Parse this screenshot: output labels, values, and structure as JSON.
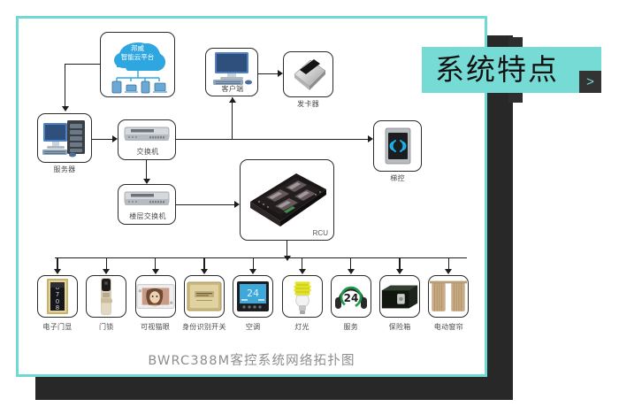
{
  "banner": {
    "title": "系统特点",
    "next_label": ">",
    "bg_color": "#76dbd4",
    "bar_color": "#2e2e2e"
  },
  "frame": {
    "border_color": "#6fd9d6",
    "shadow_color": "#282828"
  },
  "caption": "BWRC388M客控系统网络拓扑图",
  "cloud": {
    "line1": "邦威",
    "line2": "智能云平台",
    "color": "#2ea7e0"
  },
  "nodes": [
    {
      "id": "cloud",
      "label": "",
      "inner_label": ""
    },
    {
      "id": "server",
      "label": "服务器",
      "inner_label": ""
    },
    {
      "id": "switch",
      "label": "交换机",
      "inner_label": ""
    },
    {
      "id": "floorswitch",
      "label": "楼层交换机",
      "inner_label": ""
    },
    {
      "id": "client",
      "label": "客户端",
      "inner_label": ""
    },
    {
      "id": "cardissuer",
      "label": "发卡器",
      "inner_label": ""
    },
    {
      "id": "elevator",
      "label": "梯控",
      "inner_label": ""
    },
    {
      "id": "rcu",
      "label": "",
      "inner_label": "RCU"
    }
  ],
  "node_labels": {
    "server": "服务器",
    "switch": "交换机",
    "floorswitch": "楼层交换机",
    "client": "客户端",
    "cardissuer": "发卡器",
    "elevator": "梯控",
    "rcu": "RCU"
  },
  "devices": [
    {
      "label": "电子门显",
      "icon": "door-display-icon"
    },
    {
      "label": "门锁",
      "icon": "door-lock-icon"
    },
    {
      "label": "可视猫眼",
      "icon": "video-peephole-icon"
    },
    {
      "label": "身份识别开关",
      "icon": "id-switch-icon"
    },
    {
      "label": "空调",
      "icon": "air-conditioner-icon"
    },
    {
      "label": "灯光",
      "icon": "light-bulb-icon"
    },
    {
      "label": "服务",
      "icon": "service-24-icon"
    },
    {
      "label": "保险箱",
      "icon": "safe-box-icon"
    },
    {
      "label": "电动窗帘",
      "icon": "motorized-curtain-icon"
    }
  ],
  "service_badge": "24"
}
